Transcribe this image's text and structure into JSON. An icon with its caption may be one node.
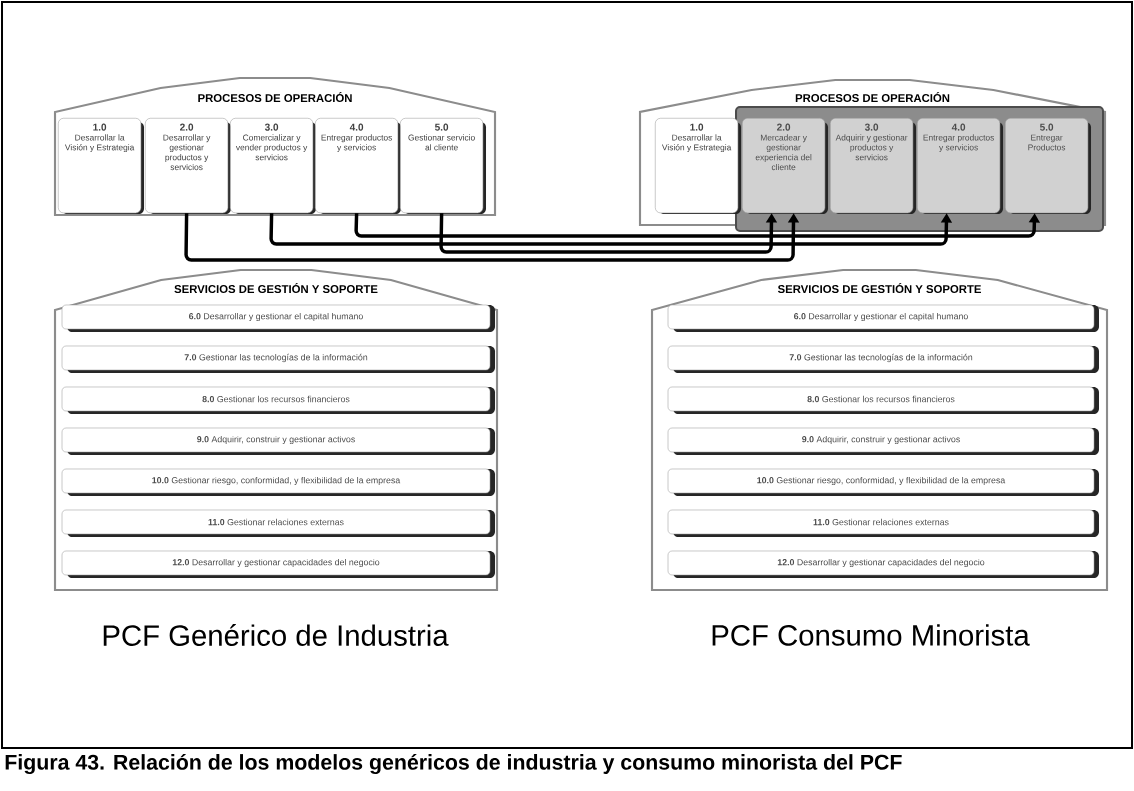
{
  "diagram": {
    "caption": "Figura 43.  Relación de los modelos genéricos de industria y consumo minorista del PCF",
    "nodes": [
      {
        "text": [
          "PROCESOS DE OPERACIÓN"
        ]
      },
      {
        "text": [
          "1.0",
          "Desarrollar la Visión y Estrategia"
        ],
        "in": 0
      },
      {
        "text": [
          "2.0",
          "Desarrollar y gestionar productos y servicios"
        ],
        "in": 0
      },
      {
        "text": [
          "3.0",
          "Comercializar y vender productos y servicios"
        ],
        "in": 0
      },
      {
        "text": [
          "4.0",
          "Entregar productos y servicios"
        ],
        "in": 0
      },
      {
        "text": [
          "5.0",
          "Gestionar servicio al cliente"
        ],
        "in": 0
      },
      {
        "text": [
          "PROCESOS DE OPERACIÓN"
        ]
      },
      {
        "text": [],
        "shape": "box",
        "in": 6
      },
      {
        "text": [
          "1.0",
          "Desarrollar la Visión y Estrategia"
        ],
        "in": 6
      },
      {
        "text": [
          "2.0",
          "Mercadear y gestionar experiencia del cliente"
        ],
        "in": 7
      },
      {
        "text": [
          "3.0",
          "Adquirir y gestionar productos y servicios"
        ],
        "in": 7
      },
      {
        "text": [
          "4.0",
          "Entregar productos y servicios"
        ],
        "in": 7
      },
      {
        "text": [
          "5.0",
          "Entregar Productos"
        ],
        "in": 7
      },
      {
        "text": [
          "SERVICIOS DE GESTIÓN Y SOPORTE"
        ]
      },
      {
        "text": [
          "**6.0** Desarrollar y gestionar el capital humano"
        ],
        "in": 13
      },
      {
        "text": [
          "**7.0** Gestionar las tecnologías de la información"
        ],
        "in": 13
      },
      {
        "text": [
          "**8.0** Gestionar los recursos financieros"
        ],
        "in": 13
      },
      {
        "text": [
          "**9.0** Adquirir, construir y gestionar activos"
        ],
        "in": 13
      },
      {
        "text": [
          "**10.0** Gestionar riesgo, conformidad, y flexibilidad de la empresa"
        ],
        "in": 13
      },
      {
        "text": [
          "**11.0** Gestionar relaciones externas"
        ],
        "in": 13
      },
      {
        "text": [
          "**12.0** Desarrollar y gestionar capacidades del negocio"
        ],
        "in": 13
      },
      {
        "text": [
          "SERVICIOS DE GESTIÓN Y SOPORTE"
        ]
      },
      {
        "text": [
          "**6.0** Desarrollar y gestionar el capital humano"
        ],
        "in": 21
      },
      {
        "text": [
          "**7.0** Gestionar las tecnologías de la información"
        ],
        "in": 21
      },
      {
        "text": [
          "**8.0** Gestionar los recursos financieros"
        ],
        "in": 21
      },
      {
        "text": [
          "**9.0** Adquirir, construir y gestionar activos"
        ],
        "in": 21
      },
      {
        "text": [
          "**10.0** Gestionar riesgo, conformidad, y flexibilidad de la empresa"
        ],
        "in": 21
      },
      {
        "text": [
          "**11.0** Gestionar relaciones externas"
        ],
        "in": 21
      },
      {
        "text": [
          "**12.0** Desarrollar y gestionar capacidades del negocio"
        ],
        "in": 21
      }
    ],
    "edges": [
      {
        "from": 4,
        "to": 12,
        "arrow": "to"
      },
      {
        "from": 3,
        "to": 11,
        "arrow": "to"
      },
      {
        "from": 5,
        "to": 9,
        "arrow": "to"
      },
      {
        "from": 2,
        "to": 9,
        "arrow": "to"
      }
    ],
    "labels": [
      "PCF Genérico de Industria",
      "PCF Consumo Minorista"
    ]
  }
}
